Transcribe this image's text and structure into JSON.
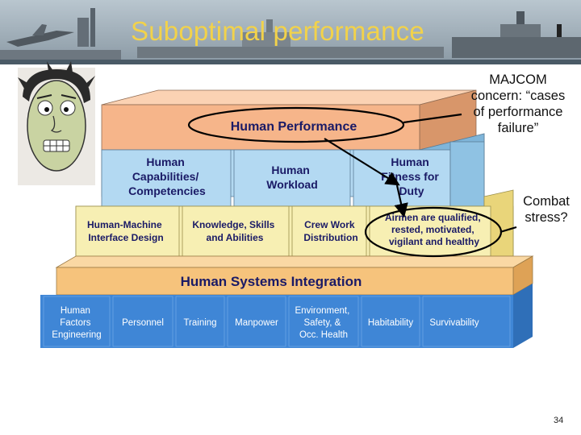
{
  "slide": {
    "title": "Suboptimal performance",
    "page_number": "34"
  },
  "callouts": {
    "majcom": [
      "MAJCOM",
      "concern: “cases",
      "of performance",
      "failure”"
    ],
    "combat": [
      "Combat",
      "stress?"
    ]
  },
  "pyramid": {
    "top": {
      "label": "Human Performance"
    },
    "tier2": [
      {
        "lines": [
          "Human",
          "Capabilities/",
          "Competencies"
        ]
      },
      {
        "lines": [
          "Human",
          "Workload"
        ]
      },
      {
        "lines": [
          "Human",
          "Fitness for",
          "Duty"
        ]
      }
    ],
    "tier3": [
      {
        "lines": [
          "Human-Machine",
          "Interface Design"
        ]
      },
      {
        "lines": [
          "Knowledge, Skills",
          "and Abilities"
        ]
      },
      {
        "lines": [
          "Crew Work",
          "Distribution"
        ]
      },
      {
        "lines": [
          "Airmen are qualified,",
          "rested, motivated,",
          "vigilant and healthy"
        ]
      }
    ],
    "hsi": {
      "label": "Human Systems Integration"
    },
    "base": [
      {
        "lines": [
          "Human",
          "Factors",
          "Engineering"
        ]
      },
      {
        "lines": [
          "Personnel"
        ]
      },
      {
        "lines": [
          "Training"
        ]
      },
      {
        "lines": [
          "Manpower"
        ]
      },
      {
        "lines": [
          "Environment,",
          "Safety, &",
          "Occ. Health"
        ]
      },
      {
        "lines": [
          "Habitability"
        ]
      },
      {
        "lines": [
          "Survivability"
        ]
      }
    ]
  },
  "colors": {
    "title": "#f2d24a",
    "top_block": "#f6b58a",
    "tier2_block": "#b3d9f2",
    "tier3_block": "#f7efb3",
    "hsi_block": "#f6c37c",
    "base_block": "#3f86d6",
    "base_text": "#ffffff",
    "block_text": "#1a1a66",
    "callout_line": "#000000"
  }
}
